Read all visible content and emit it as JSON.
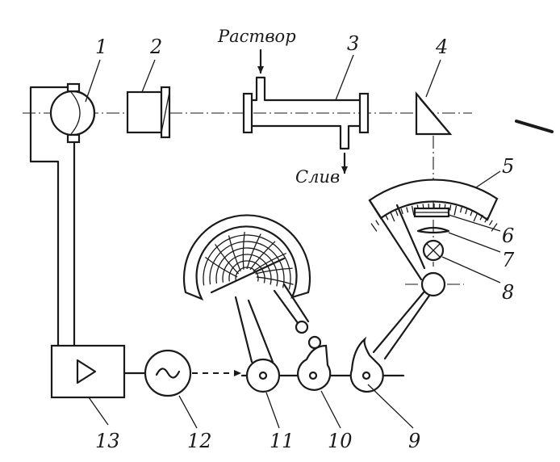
{
  "labels": {
    "solution_in": "Раствор",
    "drain": "Слив"
  },
  "parts": {
    "p1": "1",
    "p2": "2",
    "p3": "3",
    "p4": "4",
    "p5": "5",
    "p6": "6",
    "p7": "7",
    "p8": "8",
    "p9": "9",
    "p10": "10",
    "p11": "11",
    "p12": "12",
    "p13": "13"
  },
  "colors": {
    "ink": "#1a1a1a",
    "paper": "#ffffff"
  }
}
